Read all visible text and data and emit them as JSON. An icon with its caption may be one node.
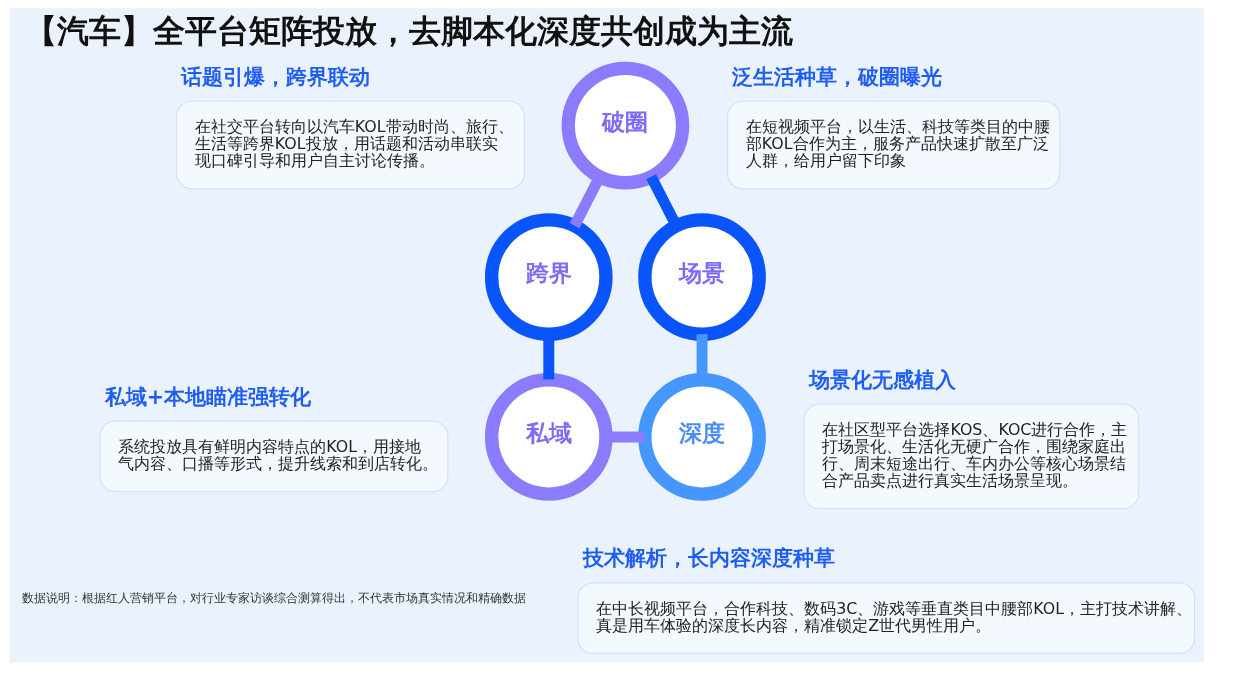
{
  "diagram": {
    "title": "【汽车】全平台矩阵投放，去脚本化深度共创成为主流",
    "nodes": [
      {
        "text": [
          "话题引爆，跨界联动",
          "在社交平台转向以汽车KOL带动时尚、旅行、生活等跨界KOL投放，用话题和活动串联实现口碑引导和用户自主讨论传播。"
        ]
      },
      {
        "text": [
          "破圈"
        ]
      },
      {
        "text": [
          "泛生活种草，破圈曝光",
          "在短视频平台，以生活、科技等类目的中腰部KOL合作为主，服务产品快速扩散至广泛人群，给用户留下印象"
        ]
      },
      {
        "text": [
          "跨界"
        ]
      },
      {
        "text": [
          "场景"
        ]
      },
      {
        "text": [
          "私域+本地瞄准强转化",
          "系统投放具有鲜明内容特点的KOL，用接地气内容、口播等形式，提升线索和到店转化。"
        ]
      },
      {
        "text": [
          "场景化无感植入",
          "在社区型平台选择KOS、KOC进行合作，主打场景化、生活化无硬广合作，围绕家庭出行、周末短途出行、车内办公等核心场景结合产品卖点进行真实生活场景呈现。"
        ]
      },
      {
        "text": [
          "私域"
        ]
      },
      {
        "text": [
          "深度"
        ]
      },
      {
        "text": [
          "技术解析，长内容深度种草",
          "在中长视频平台，合作科技、数码3C、游戏等垂直类目中腰部KOL，主打技术讲解、真是用车体验的深度长内容，精准锁定Z世代男性用户。"
        ]
      }
    ],
    "edges": [
      {
        "from": 1,
        "to": 3,
        "arrow": "none",
        "color": "#8b7cff"
      },
      {
        "from": 1,
        "to": 4,
        "arrow": "none",
        "color": "#0a55fb"
      },
      {
        "from": 3,
        "to": 7,
        "arrow": "none",
        "color": "#0a55fb"
      },
      {
        "from": 4,
        "to": 8,
        "arrow": "none",
        "color": "#4597ff"
      },
      {
        "from": 7,
        "to": 8,
        "arrow": "none",
        "color": "#8b7cff"
      }
    ],
    "labels": [
      "数据说明：根据红人营销平台，对行业专家访谈综合测算得出，不代表市场真实情况和精确数据"
    ]
  }
}
